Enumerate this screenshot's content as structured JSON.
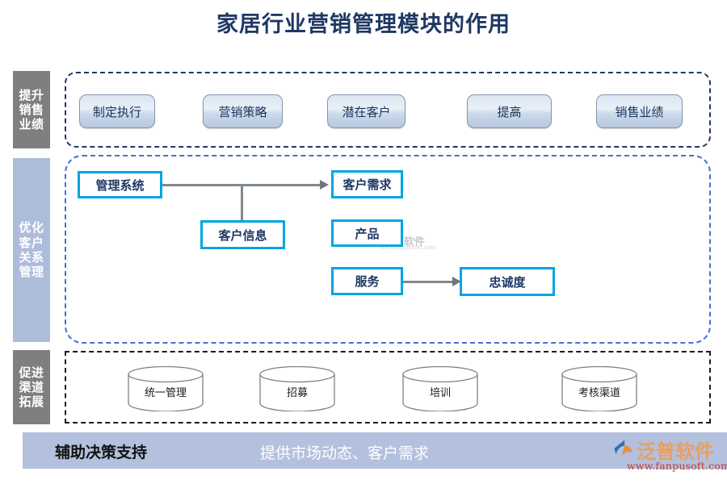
{
  "title": "家居行业营销管理模块的作用",
  "sections": [
    {
      "label_chars": [
        "提升",
        "销售",
        "业绩"
      ],
      "label_full": "提升销售业绩",
      "buttons": [
        {
          "label": "制定执行"
        },
        {
          "label": "营销策略"
        },
        {
          "label": "潜在客户"
        },
        {
          "label": "提高"
        },
        {
          "label": "销售业绩"
        }
      ]
    },
    {
      "label_chars": [
        "优化",
        "客户",
        "关系",
        "管理"
      ],
      "label_full": "优化客户关系管理",
      "boxes": [
        {
          "label": "管理系统"
        },
        {
          "label": "客户信息"
        },
        {
          "label": "客户需求"
        },
        {
          "label": "产品"
        },
        {
          "label": "服务"
        },
        {
          "label": "忠诚度"
        }
      ],
      "connections": [
        {
          "from": "管理系统",
          "to": "客户需求"
        },
        {
          "from": "客户信息",
          "to": "管理系统-客户需求连线"
        },
        {
          "from": "服务",
          "to": "忠诚度"
        }
      ]
    },
    {
      "label_chars": [
        "促进",
        "渠道",
        "拓展"
      ],
      "label_full": "促进渠道拓展",
      "cylinders": [
        {
          "label": "统一管理"
        },
        {
          "label": "招募"
        },
        {
          "label": "培训"
        },
        {
          "label": "考核渠道"
        }
      ]
    }
  ],
  "footer": {
    "title": "辅助决策支持",
    "subtitle": "提供市场动态、客户需求"
  },
  "logo": {
    "name": "泛普软件",
    "url": "www.fanpusoft.com"
  },
  "watermark": {
    "name": "泛普软件",
    "url": "www.fanpusoft.com"
  },
  "colors": {
    "title": "#1f3864",
    "gray_label": "#7f7f7f",
    "blue_label": "#aebcdc",
    "box_border": "#00a6e2",
    "panel2_border": "#4472d0",
    "panel1_border": "#203864",
    "footer_bar": "#b3c0de",
    "logo_text": "#e8a060",
    "logo_url": "#c0392b"
  }
}
